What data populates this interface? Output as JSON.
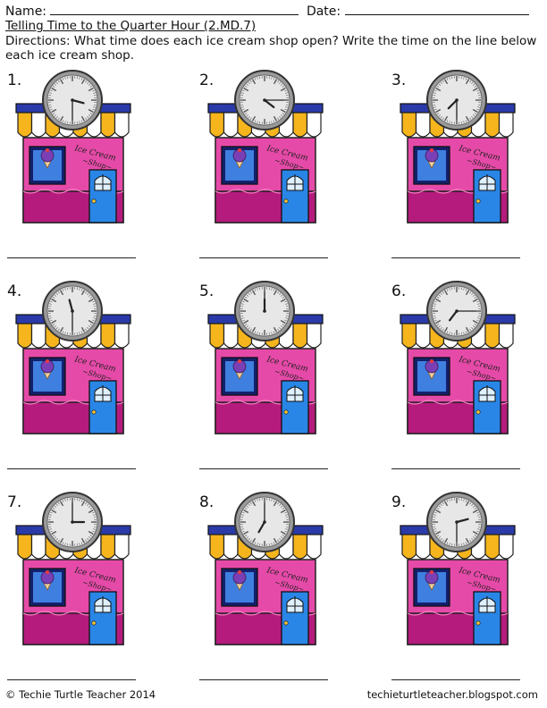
{
  "header": {
    "name_label": "Name:",
    "date_label": "Date:",
    "subtitle": "Telling Time to the Quarter Hour (2.MD.7)",
    "directions": "Directions: What time does each ice cream shop open? Write the time on the line below each ice cream shop."
  },
  "sign_text": "Ice Cream Shop",
  "problems": [
    {
      "number": "1.",
      "clock": {
        "hour": 3,
        "minute": 30
      }
    },
    {
      "number": "2.",
      "clock": {
        "hour": 4,
        "minute": 15
      }
    },
    {
      "number": "3.",
      "clock": {
        "hour": 7,
        "minute": 30
      }
    },
    {
      "number": "4.",
      "clock": {
        "hour": 11,
        "minute": 30
      }
    },
    {
      "number": "5.",
      "clock": {
        "hour": 12,
        "minute": 0
      }
    },
    {
      "number": "6.",
      "clock": {
        "hour": 7,
        "minute": 15
      }
    },
    {
      "number": "7.",
      "clock": {
        "hour": 3,
        "minute": 0
      }
    },
    {
      "number": "8.",
      "clock": {
        "hour": 7,
        "minute": 0
      }
    },
    {
      "number": "9.",
      "clock": {
        "hour": 2,
        "minute": 30
      }
    }
  ],
  "footer": {
    "copyright": "© Techie Turtle Teacher 2014",
    "website": "techieturtleteacher.blogspot.com"
  },
  "colors": {
    "shop_pink": "#e64aa8",
    "shop_dark_pink": "#b51b7c",
    "awning_yellow": "#f6b51c",
    "awning_blue": "#2a3aa8",
    "door_blue": "#2a86e6",
    "window_blue": "#3f7fe0",
    "clock_face": "#e7e7e7",
    "clock_rim": "#9a9a9a"
  }
}
